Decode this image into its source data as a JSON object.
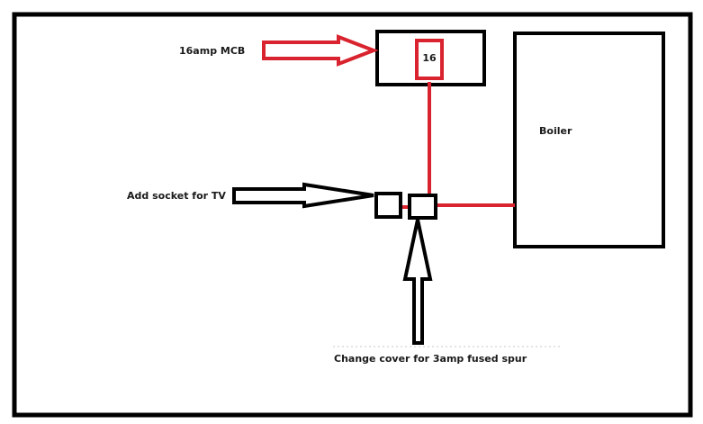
{
  "labels": {
    "mcb": "16amp MCB",
    "mcb_rating": "16",
    "boiler": "Boiler",
    "socket": "Add socket for TV",
    "spur": "Change cover for 3amp fused spur"
  },
  "colors": {
    "background": "#ffffff",
    "outline": "#000000",
    "cable": "#d9232e",
    "text": "#1a1a1a"
  }
}
